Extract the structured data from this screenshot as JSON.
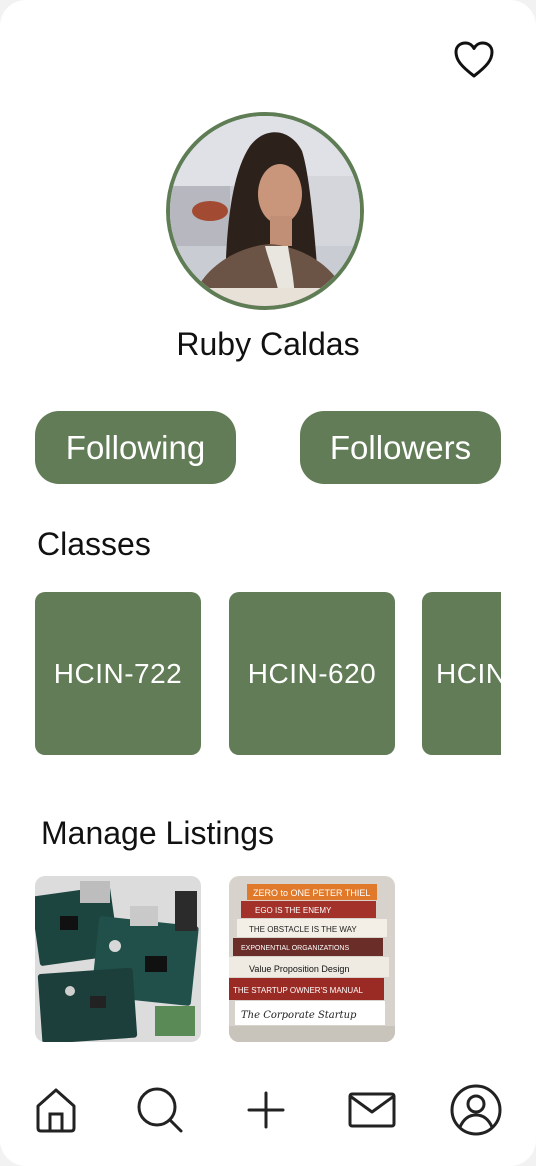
{
  "profile": {
    "name": "Ruby Caldas"
  },
  "buttons": {
    "following_label": "Following",
    "followers_label": "Followers"
  },
  "classes": {
    "title": "Classes",
    "items": [
      {
        "label": "HCIN-722"
      },
      {
        "label": "HCIN-620"
      },
      {
        "label": "HCIN"
      }
    ]
  },
  "listings": {
    "title": "Manage Listings",
    "items": [
      {
        "image": "circuit-boards-photo"
      },
      {
        "image": "book-stack-photo",
        "book_spines": [
          "ZERO to ONE PETER THIEL",
          "EGO IS THE ENEMY",
          "THE OBSTACLE IS THE WAY",
          "EXPONENTIAL ORGANIZATIONS",
          "Value Proposition Design",
          "THE STARTUP OWNER'S MANUAL",
          "The Corporate Startup"
        ]
      }
    ]
  },
  "nav": {
    "items": [
      "home-icon",
      "search-icon",
      "plus-icon",
      "mail-icon",
      "profile-icon"
    ]
  },
  "colors": {
    "accent_green": "#617c56",
    "avatar_ring": "#5f7d55",
    "background": "#ffffff",
    "text": "#111111"
  }
}
